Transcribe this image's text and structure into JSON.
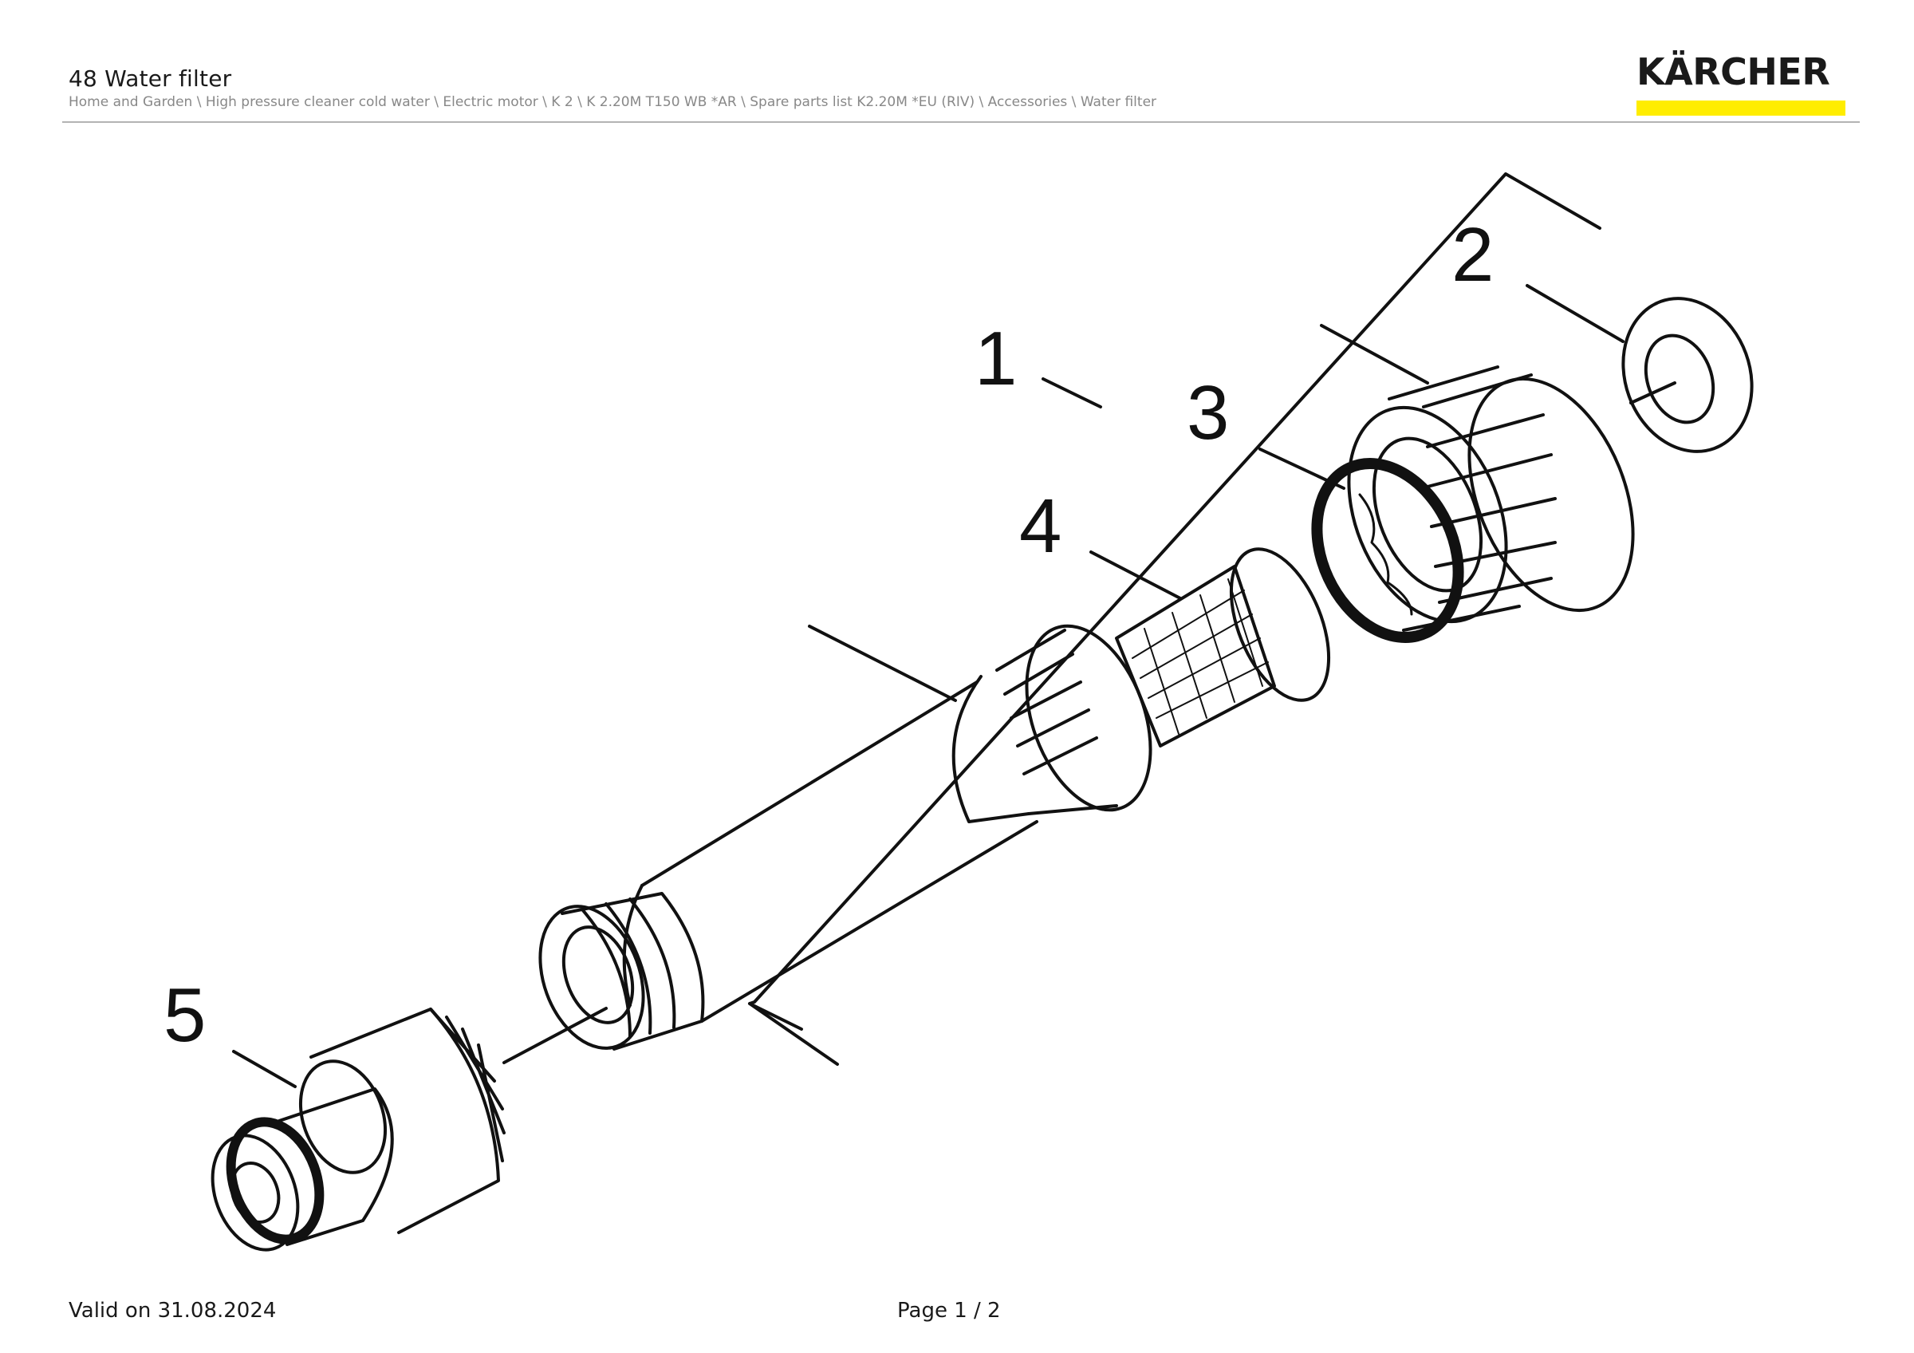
{
  "header": {
    "title": "48 Water filter",
    "breadcrumb": "Home and Garden \\ High pressure cleaner cold water \\ Electric motor \\ K 2 \\ K 2.20M T150 WB *AR \\ Spare parts list K2.20M *EU (RIV) \\ Accessories \\ Water filter"
  },
  "brand": {
    "logo_text": "KÄRCHER",
    "accent_color": "#FFED00"
  },
  "diagram": {
    "callouts": [
      {
        "number": "1"
      },
      {
        "number": "2"
      },
      {
        "number": "3"
      },
      {
        "number": "4"
      },
      {
        "number": "5"
      }
    ]
  },
  "footer": {
    "valid_text": "Valid on 31.08.2024",
    "page_text": "Page 1 / 2"
  }
}
